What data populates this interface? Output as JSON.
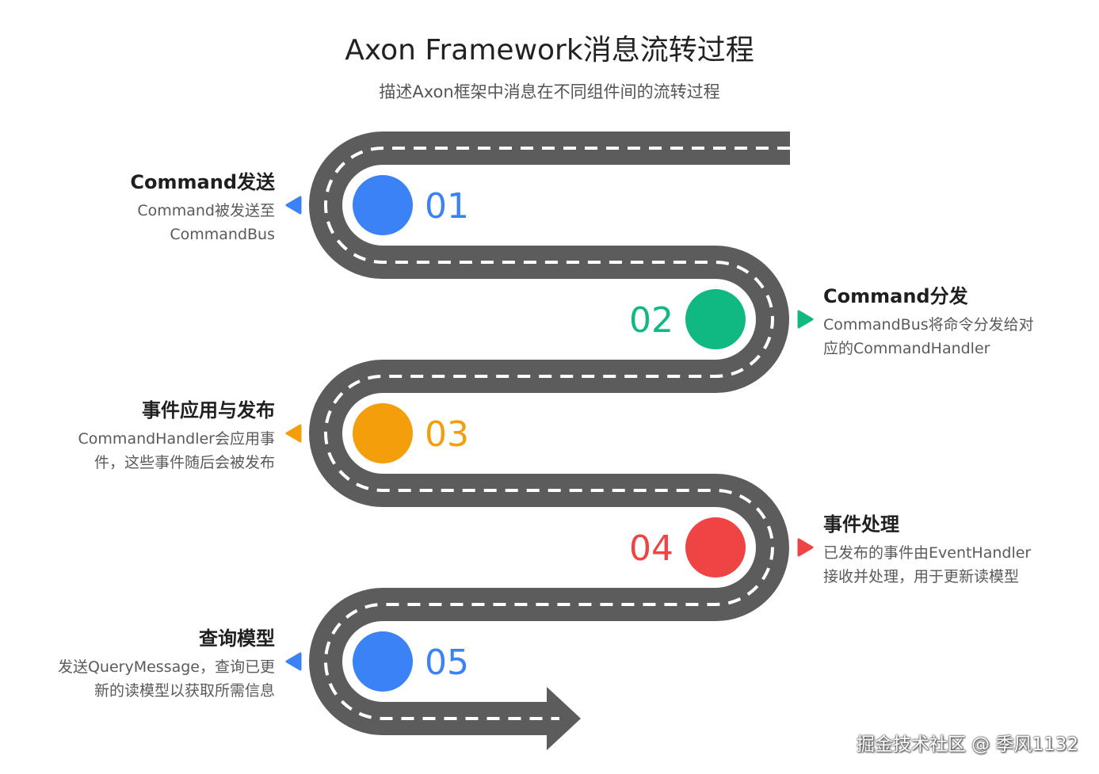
{
  "title": "Axon Framework消息流转过程",
  "subtitle": "描述Axon框架中消息在不同组件间的流转过程",
  "colors": {
    "road": "#5c5c5c",
    "blue": "#3b82f6",
    "green": "#10b981",
    "orange": "#f59e0b",
    "red": "#ef4444"
  },
  "steps": [
    {
      "number": "01",
      "title": "Command发送",
      "desc": [
        "Command被发送至",
        "CommandBus"
      ],
      "color": "#3b82f6"
    },
    {
      "number": "02",
      "title": "Command分发",
      "desc": [
        "CommandBus将命令分发给对",
        "应的CommandHandler"
      ],
      "color": "#10b981"
    },
    {
      "number": "03",
      "title": "事件应用与发布",
      "desc": [
        "CommandHandler会应用事",
        "件，这些事件随后会被发布"
      ],
      "color": "#f59e0b"
    },
    {
      "number": "04",
      "title": "事件处理",
      "desc": [
        "已发布的事件由EventHandler",
        "接收并处理，用于更新读模型"
      ],
      "color": "#ef4444"
    },
    {
      "number": "05",
      "title": "查询模型",
      "desc": [
        "发送QueryMessage，查询已更",
        "新的读模型以获取所需信息"
      ],
      "color": "#3b82f6"
    }
  ],
  "watermark": "掘金技术社区 @ 季风1132"
}
